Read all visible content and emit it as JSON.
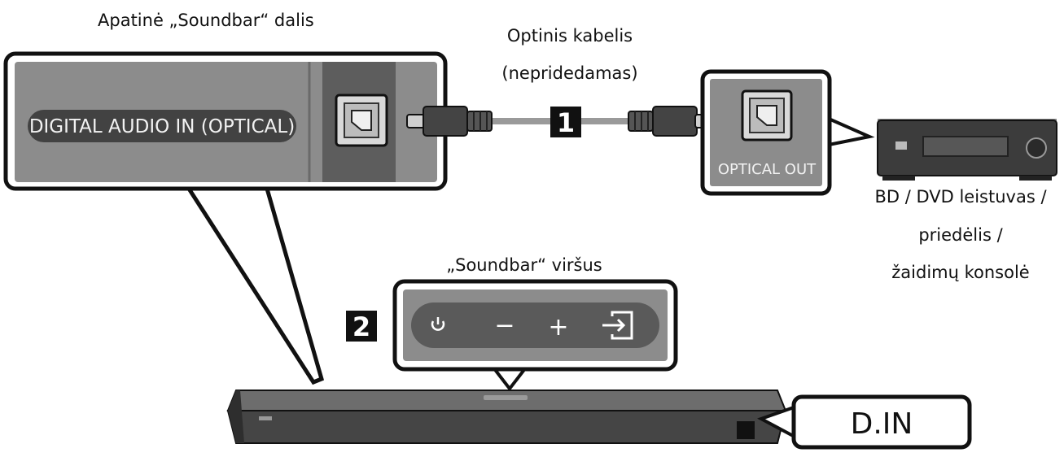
{
  "labels": {
    "soundbar_bottom": "Apatinė „Soundbar“ dalis",
    "optical_cable_line1": "Optinis kabelis",
    "optical_cable_line2": "(nepridedamas)",
    "port_digital_in": "DIGITAL AUDIO IN (OPTICAL)",
    "port_optical_out": "OPTICAL OUT",
    "device_line1": "BD / DVD leistuvas /",
    "device_line2": "priedėlis /",
    "device_line3": "žaidimų konsolė",
    "soundbar_top": "„Soundbar“ viršus",
    "display_text": "D.IN"
  },
  "steps": {
    "step1": "1",
    "step2": "2"
  },
  "panel_buttons": {
    "minus": "−",
    "plus": "+"
  },
  "icons": [
    "power-icon",
    "minus-icon",
    "plus-icon",
    "input-source-icon",
    "optical-port-icon",
    "optical-plug-icon"
  ],
  "colors": {
    "panel_bg": "#8e8e8e",
    "panel_dark": "#5c5c5c",
    "pill": "#3e3e3e",
    "soundbar": "#4a4a4a",
    "badge": "#111111"
  }
}
